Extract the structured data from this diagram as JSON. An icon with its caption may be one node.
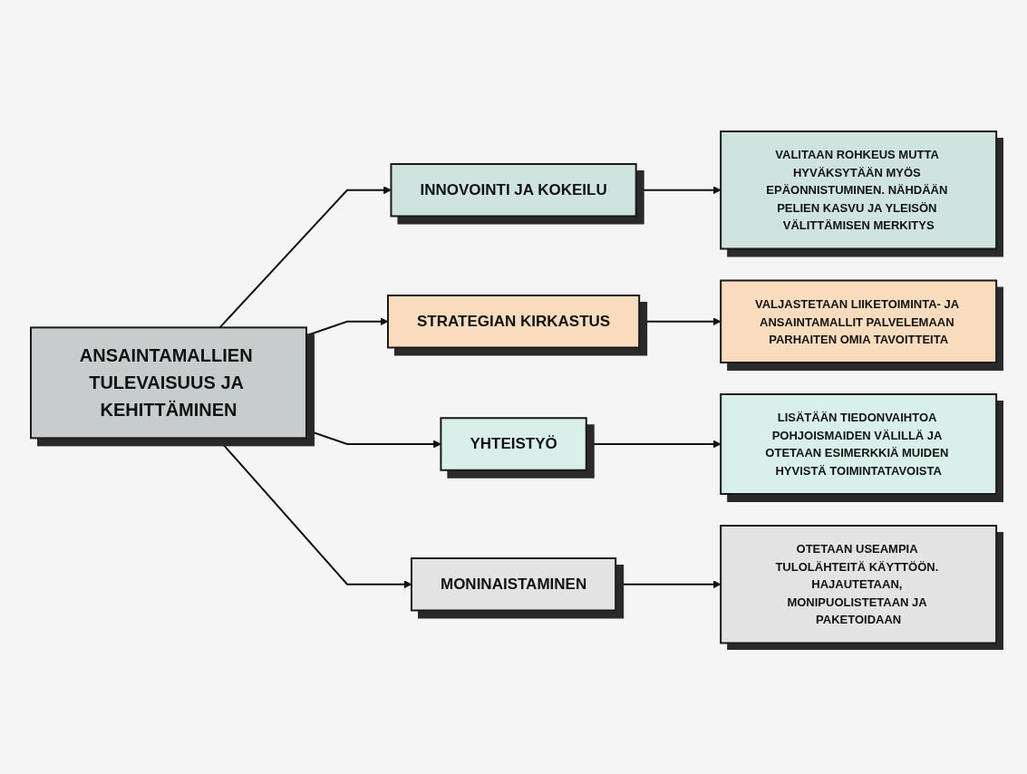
{
  "diagram": {
    "nodes": [
      {
        "text": [
          "ANSAINTAMALLIEN TULEVAISUUS JA KEHITTÄMINEN"
        ]
      },
      {
        "text": [
          "INNOVOINTI JA KOKEILU"
        ]
      },
      {
        "text": [
          "STRATEGIAN KIRKASTUS"
        ]
      },
      {
        "text": [
          "YHTEISTYÖ"
        ]
      },
      {
        "text": [
          "MONINAISTAMINEN"
        ]
      },
      {
        "text": [
          "VALITAAN ROHKEUS MUTTA HYVÄKSYTÄÄN MYÖS EPÄONNISTUMINEN. NÄHDÄÄN PELIEN KASVU JA YLEISÖN VÄLITTÄMISEN MERKITYS"
        ]
      },
      {
        "text": [
          "VALJASTETAAN LIIKETOIMINTA- JA ANSAINTAMALLIT PALVELEMAAN PARHAITEN OMIA TAVOITTEITA"
        ]
      },
      {
        "text": [
          "LISÄTÄÄN TIEDONVAIHTOA POHJOISMAIDEN VÄLILLÄ JA OTETAAN ESIMERKKIÄ MUIDEN HYVISTÄ TOIMINTATAVOISTA"
        ]
      },
      {
        "text": [
          "OTETAAN USEAMPIA TULOLÄHTEITÄ KÄYTTÖÖN. HAJAUTETAAN, MONIPUOLISTETAAN JA PAKETOIDAAN"
        ]
      }
    ],
    "edges": [
      {
        "from": 0,
        "to": 1,
        "arrow": "to"
      },
      {
        "from": 0,
        "to": 2,
        "arrow": "to"
      },
      {
        "from": 0,
        "to": 3,
        "arrow": "to"
      },
      {
        "from": 0,
        "to": 4,
        "arrow": "to"
      },
      {
        "from": 1,
        "to": 5,
        "arrow": "to"
      },
      {
        "from": 2,
        "to": 6,
        "arrow": "to"
      },
      {
        "from": 3,
        "to": 7,
        "arrow": "to"
      },
      {
        "from": 4,
        "to": 8,
        "arrow": "to"
      }
    ]
  }
}
